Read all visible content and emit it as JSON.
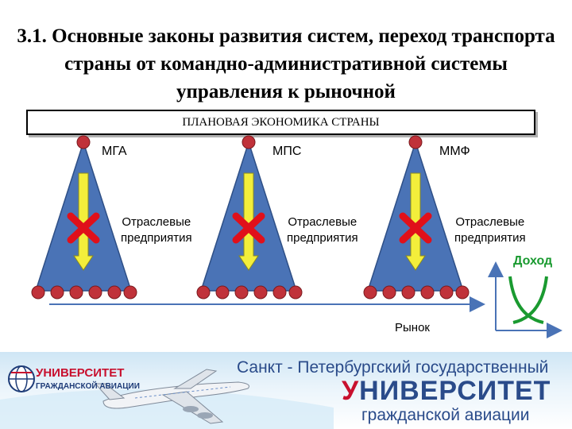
{
  "title": "3.1. Основные законы развития систем, переход транспорта страны от командно-административной системы управления к рыночной",
  "plan_box": "ПЛАНОВАЯ ЭКОНОМИКА СТРАНЫ",
  "ministries": [
    "МГА",
    "МПС",
    "ММФ"
  ],
  "enterprises_line1": "Отраслевые",
  "enterprises_line2": "предприятия",
  "income_label": "Доход",
  "market_label": "Рынок",
  "footer": {
    "city_line": "Санкт - Петербургский государственный",
    "uni_first": "У",
    "uni_rest": "НИВЕРСИТЕТ",
    "avia_line": "гражданской авиации",
    "logo_line1": "УНИВЕРСИТЕТ",
    "logo_line2": "ГРАЖДАНСКОЙ АВИАЦИИ"
  },
  "colors": {
    "triangle": "#4a73b6",
    "node": "#c0323a",
    "arrow": "#f3ee3b",
    "cross": "#e0101a",
    "curve": "#1a9a30"
  }
}
